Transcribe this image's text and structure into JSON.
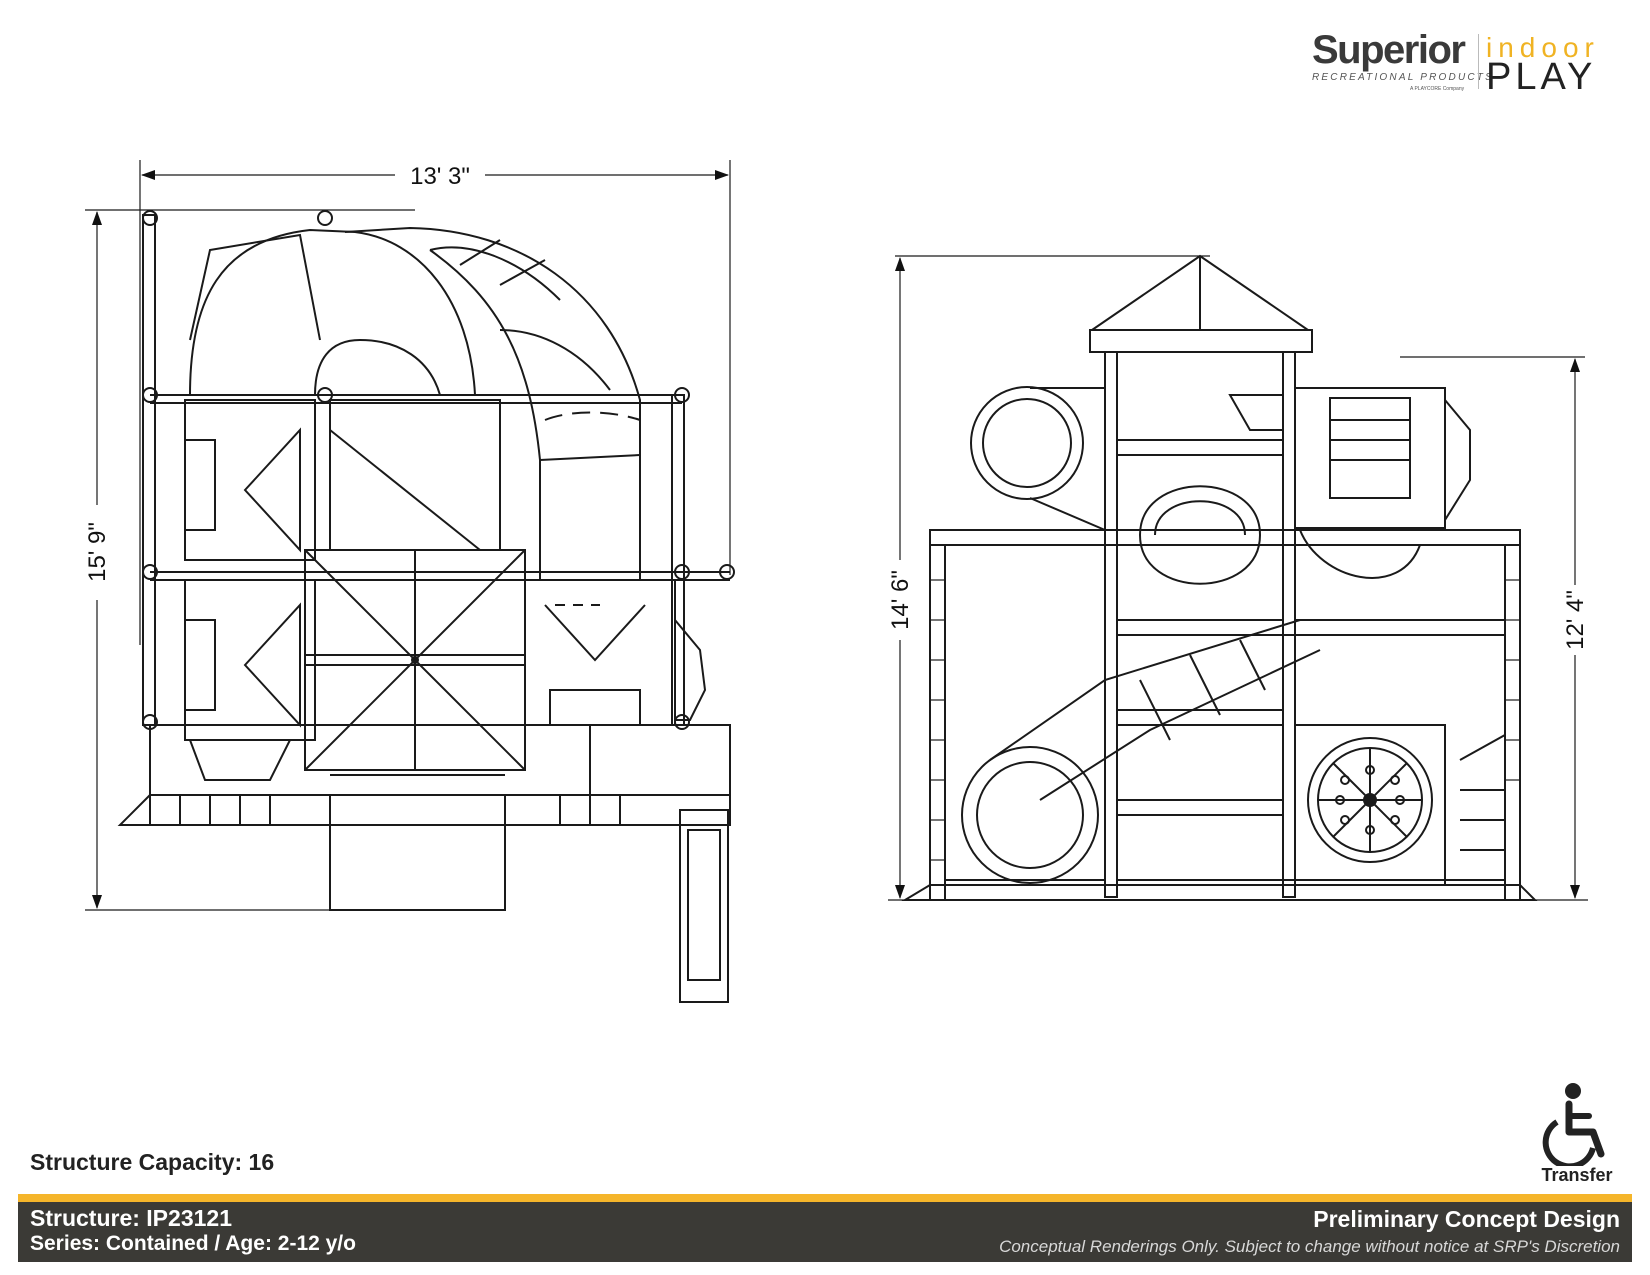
{
  "brand": {
    "superior": "Superior",
    "recreational": "RECREATIONAL PRODUCTS",
    "playcore": "A PLAYCORE Company",
    "indoor": "indoor",
    "play": "PLAY",
    "accent_color": "#f0b323"
  },
  "dimensions": {
    "plan_width": "13' 3\"",
    "plan_depth": "15' 9\"",
    "elevation_total_height": "14' 6\"",
    "elevation_deck_height": "12' 4\""
  },
  "capacity": "Structure Capacity: 16",
  "accessibility": {
    "icon": "wheelchair-icon",
    "label": "Transfer"
  },
  "footer": {
    "structure": "Structure: IP23121",
    "series": "Series: Contained / Age: 2-12 y/o",
    "title": "Preliminary Concept Design",
    "disclaimer": "Conceptual Renderings Only. Subject to change without notice at SRP's Discretion",
    "bar_color": "#f5b52a",
    "band_color": "#3b3a36"
  }
}
